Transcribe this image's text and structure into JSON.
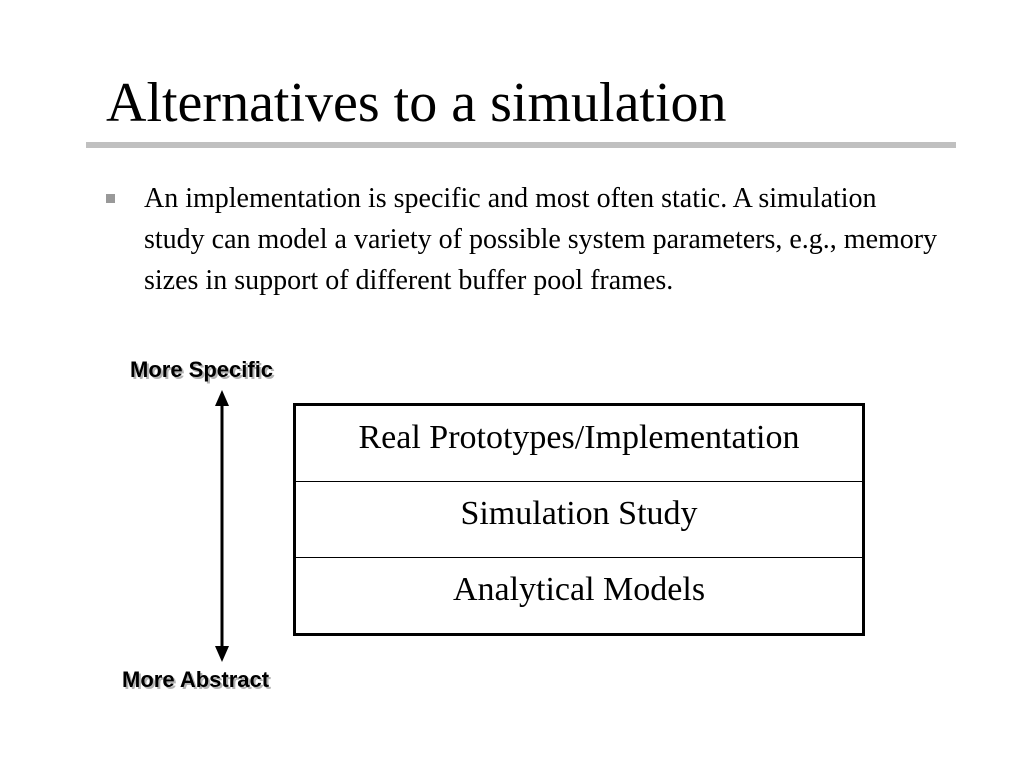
{
  "slide": {
    "title": "Alternatives to a simulation",
    "bullets": [
      {
        "text": "An implementation is specific and most often static.  A simulation study can model a variety of possible system parameters, e.g., memory sizes in support of different buffer pool frames."
      }
    ]
  },
  "diagram": {
    "top_label": "More Specific",
    "bottom_label": "More Abstract",
    "levels": [
      "Real Prototypes/Implementation",
      "Simulation Study",
      "Analytical Models"
    ],
    "colors": {
      "rule": "#c0c0c0",
      "bullet": "#999999",
      "label_shadow": "#b3b3b3"
    }
  }
}
